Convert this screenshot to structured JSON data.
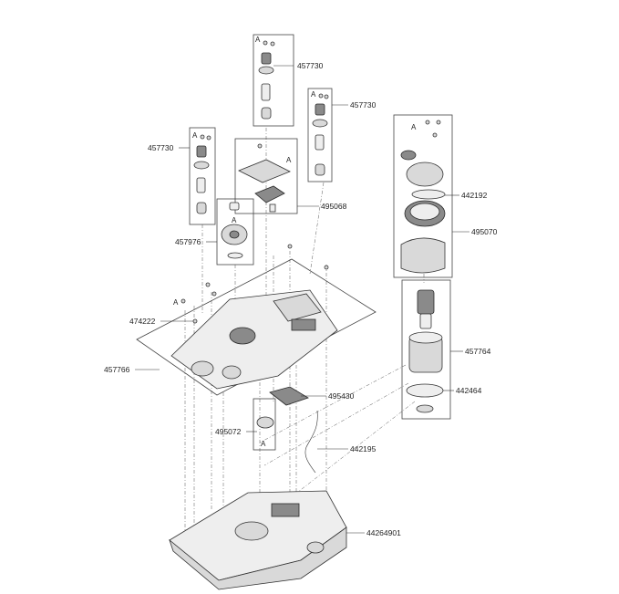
{
  "callouts": {
    "p457730_top": "457730",
    "p457730_right": "457730",
    "p457730_left": "457730",
    "p442192": "442192",
    "p495068": "495068",
    "p495070": "495070",
    "p457976": "457976",
    "p474222": "474222",
    "p457766": "457766",
    "p457764": "457764",
    "p442464": "442464",
    "p495430": "495430",
    "p495072": "495072",
    "p442195": "442195",
    "p44264901": "44264901"
  },
  "markers": {
    "a_top": "A",
    "a_right": "A",
    "a_left": "A",
    "a_wheel": "A",
    "a_bracket": "A",
    "a_motor": "A",
    "a_cover": "A",
    "a_lower": "A"
  }
}
